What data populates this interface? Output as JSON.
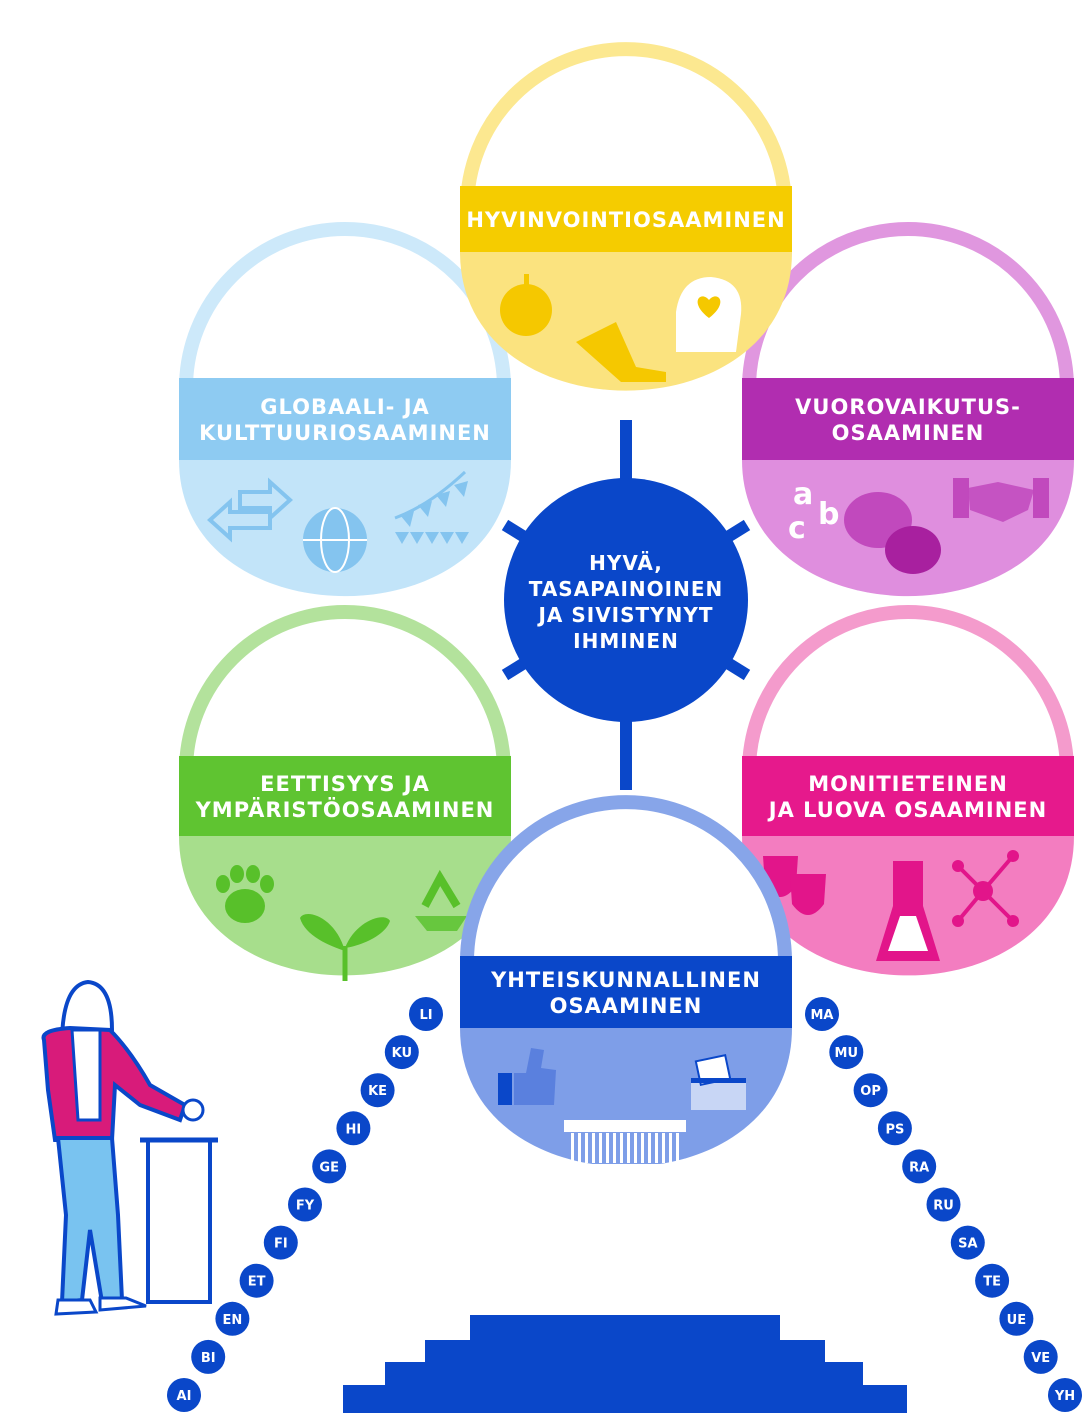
{
  "center": {
    "lines": [
      "HYVÄ,",
      "TASAPAINOINEN",
      "JA SIVISTYNYT",
      "IHMINEN"
    ],
    "color": "#0a47c9"
  },
  "baskets": [
    {
      "id": "hyvinvointi",
      "lines": [
        "HYVINVOINTIOSAAMINEN"
      ],
      "band": "#f5cc00",
      "light": "#fbe37f",
      "ring": "#fce890",
      "icon": "#f5c800",
      "icons": [
        "apple-icon",
        "running-shoe-icon",
        "head-heart-icon"
      ]
    },
    {
      "id": "globaali",
      "lines": [
        "GLOBAALI- JA",
        "KULTTUURIOSAAMINEN"
      ],
      "band": "#8ecbf2",
      "light": "#c2e4f9",
      "ring": "#cde9fa",
      "icon": "#84c4ef",
      "text": "#0a47c9",
      "icons": [
        "exchange-arrows-icon",
        "globe-icon",
        "bunting-flags-icon"
      ]
    },
    {
      "id": "vuorovaikutus",
      "lines": [
        "VUOROVAIKUTUS-",
        "OSAAMINEN"
      ],
      "band": "#b12db0",
      "light": "#df8ede",
      "ring": "#e097df",
      "icon": "#c149bd",
      "icons": [
        "abc-letters-icon",
        "speech-bubbles-icon",
        "handshake-icon"
      ]
    },
    {
      "id": "eettisyys",
      "lines": [
        "EETTISYYS JA",
        "YMPÄRISTÖOSAAMINEN"
      ],
      "band": "#5fc431",
      "light": "#a7de8c",
      "ring": "#b3e29c",
      "icon": "#58c02a",
      "icons": [
        "paw-icon",
        "sprout-icon",
        "recycle-icon"
      ]
    },
    {
      "id": "monitieteinen",
      "lines": [
        "MONITIETEINEN",
        "JA LUOVA OSAAMINEN"
      ],
      "band": "#e6198c",
      "light": "#f37dc0",
      "ring": "#f49bcc",
      "icon": "#e2158a",
      "icons": [
        "theater-masks-icon",
        "flask-icon",
        "molecule-icon"
      ]
    },
    {
      "id": "yhteiskunnallinen",
      "lines": [
        "YHTEISKUNNALLINEN",
        "OSAAMINEN"
      ],
      "band": "#0a47c9",
      "light": "#7e9ee8",
      "ring": "#87a5e9",
      "icon": "#0a47c9",
      "icons": [
        "thumbs-up-icon",
        "ballot-box-icon",
        "parliament-icon"
      ]
    }
  ],
  "subjects_left": [
    "LI",
    "KU",
    "KE",
    "HI",
    "GE",
    "FY",
    "FI",
    "ET",
    "EN",
    "BI",
    "AI"
  ],
  "subjects_right": [
    "MA",
    "MU",
    "OP",
    "PS",
    "RA",
    "RU",
    "SA",
    "TE",
    "UE",
    "VE",
    "YH"
  ],
  "colors": {
    "primary": "#0a47c9",
    "figure_jacket": "#d81b7a",
    "figure_pants": "#79c3f0"
  }
}
